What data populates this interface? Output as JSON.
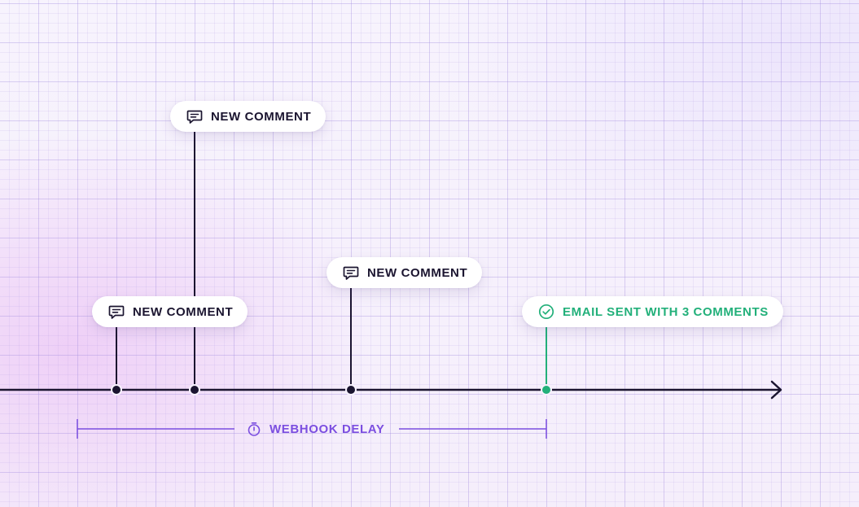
{
  "events": [
    {
      "label": "NEW COMMENT",
      "icon": "comment-icon"
    },
    {
      "label": "NEW COMMENT",
      "icon": "comment-icon"
    },
    {
      "label": "NEW COMMENT",
      "icon": "comment-icon"
    },
    {
      "label": "EMAIL SENT WITH 3 COMMENTS",
      "icon": "check-circle-icon"
    }
  ],
  "delay": {
    "label": "WEBHOOK DELAY",
    "icon": "stopwatch-icon"
  },
  "colors": {
    "line": "#1b1530",
    "success": "#22b07a",
    "delay": "#7b4ee0"
  }
}
